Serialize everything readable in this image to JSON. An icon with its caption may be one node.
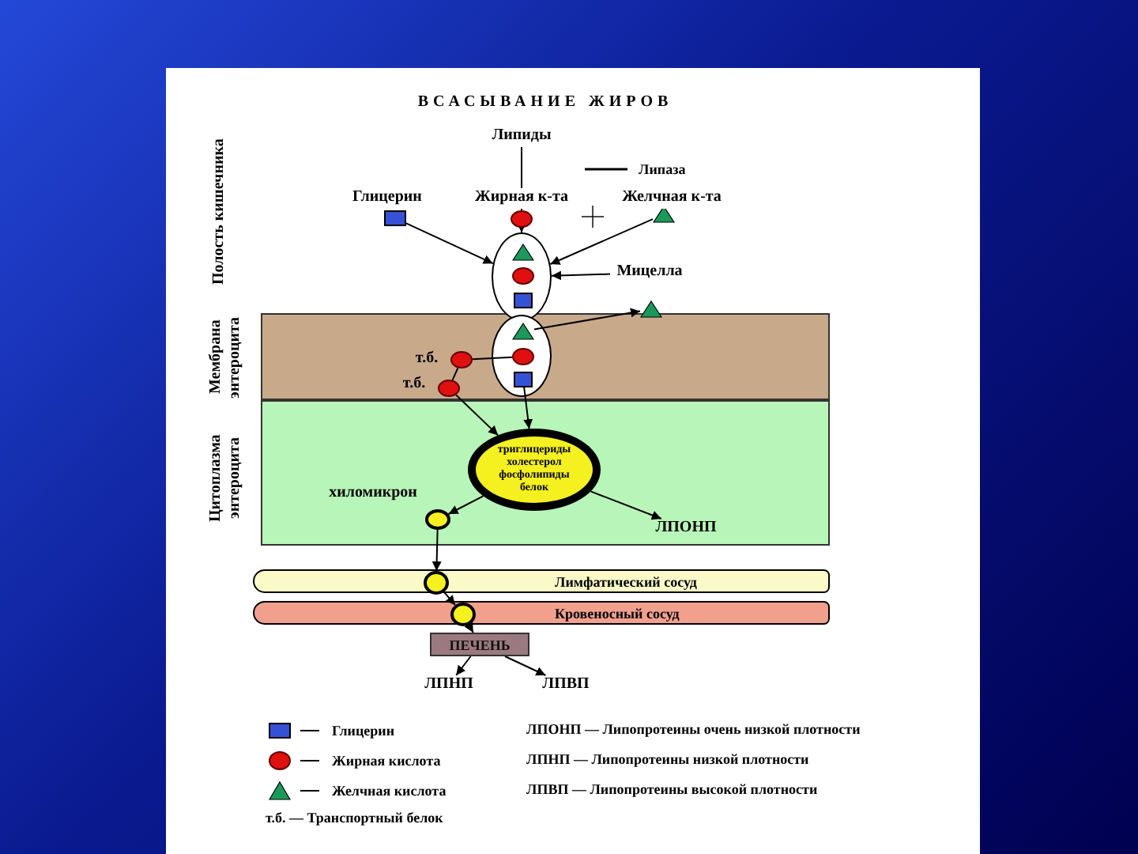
{
  "diagram": {
    "title": "ВСАСЫВАНИЕ ЖИРОВ",
    "nodes": [
      {
        "text": [
          "Липиды"
        ]
      },
      {
        "text": [
          "Глицерин"
        ]
      },
      {
        "text": [
          "Жирная к-та"
        ]
      },
      {
        "text": [
          "Желчная к-та"
        ]
      },
      {
        "text": [],
        "shape": "ellipse"
      },
      {
        "text": [],
        "shape": "triangle",
        "in": 4
      },
      {
        "text": [],
        "shape": "circle",
        "in": 4
      },
      {
        "text": [],
        "shape": "box",
        "in": 4
      },
      {
        "text": [
          "Мицелла"
        ]
      },
      {
        "text": [
          "Мембрана энтероцита"
        ]
      },
      {
        "text": [],
        "shape": "ellipse",
        "in": 9
      },
      {
        "text": [],
        "shape": "triangle",
        "in": 10
      },
      {
        "text": [],
        "shape": "circle",
        "in": 10
      },
      {
        "text": [],
        "shape": "box",
        "in": 10
      },
      {
        "text": [],
        "shape": "triangle"
      },
      {
        "text": [
          "т.б."
        ],
        "in": 9
      },
      {
        "text": [
          "т.б."
        ],
        "in": 9
      },
      {
        "text": [
          "Цитоплазма энтероцита"
        ]
      },
      {
        "text": [
          "триглицериды холестерол фосфолипиды белок"
        ],
        "in": 17
      },
      {
        "text": [
          "хиломикрон"
        ],
        "in": 17
      },
      {
        "text": [
          "ЛПОНП"
        ],
        "in": 17
      },
      {
        "text": [
          "Лимфатический сосуд"
        ]
      },
      {
        "text": [],
        "shape": "circle",
        "in": 21
      },
      {
        "text": [
          "Кровеносный сосуд"
        ]
      },
      {
        "text": [],
        "shape": "circle",
        "in": 23
      },
      {
        "text": [
          "ПЕЧЕНЬ"
        ]
      },
      {
        "text": [
          "ЛПНП"
        ]
      },
      {
        "text": [
          "ЛПВП"
        ]
      }
    ],
    "edges": [
      {
        "from": 0,
        "to": 2,
        "arrow": "to"
      },
      {
        "from": 1,
        "to": 4,
        "arrow": "to"
      },
      {
        "from": 2,
        "to": 4,
        "arrow": "to"
      },
      {
        "from": 3,
        "to": 4,
        "arrow": "to"
      },
      {
        "from": 8,
        "to": 4,
        "arrow": "to"
      },
      {
        "from": 11,
        "to": 14,
        "arrow": "to"
      },
      {
        "from": 12,
        "to": 15,
        "arrow": "none"
      },
      {
        "from": 15,
        "to": 16,
        "arrow": "none"
      },
      {
        "from": 16,
        "to": 18,
        "arrow": "to"
      },
      {
        "from": 13,
        "to": 18,
        "arrow": "to"
      },
      {
        "from": 18,
        "to": 19,
        "arrow": "to"
      },
      {
        "from": 18,
        "to": 20,
        "arrow": "to"
      },
      {
        "from": 19,
        "to": 22,
        "arrow": "to"
      },
      {
        "from": 22,
        "to": 24,
        "arrow": "to"
      },
      {
        "from": 24,
        "to": 25,
        "arrow": "to"
      },
      {
        "from": 25,
        "to": 26,
        "arrow": "to"
      },
      {
        "from": 25,
        "to": 27,
        "arrow": "to"
      }
    ],
    "labels": [
      "Полость кишечника",
      "Липаза",
      "т.б. — Транспортный белок",
      "ЛПОНП — Липопротеины очень низкой плотности",
      "ЛПНП — Липопротеины низкой плотности",
      "ЛПВП — Липопротеины высокой плотности"
    ],
    "legend": [
      {
        "text": "Глицерин"
      },
      {
        "text": "Жирная кислота"
      },
      {
        "text": "Желчная кислота"
      }
    ]
  }
}
